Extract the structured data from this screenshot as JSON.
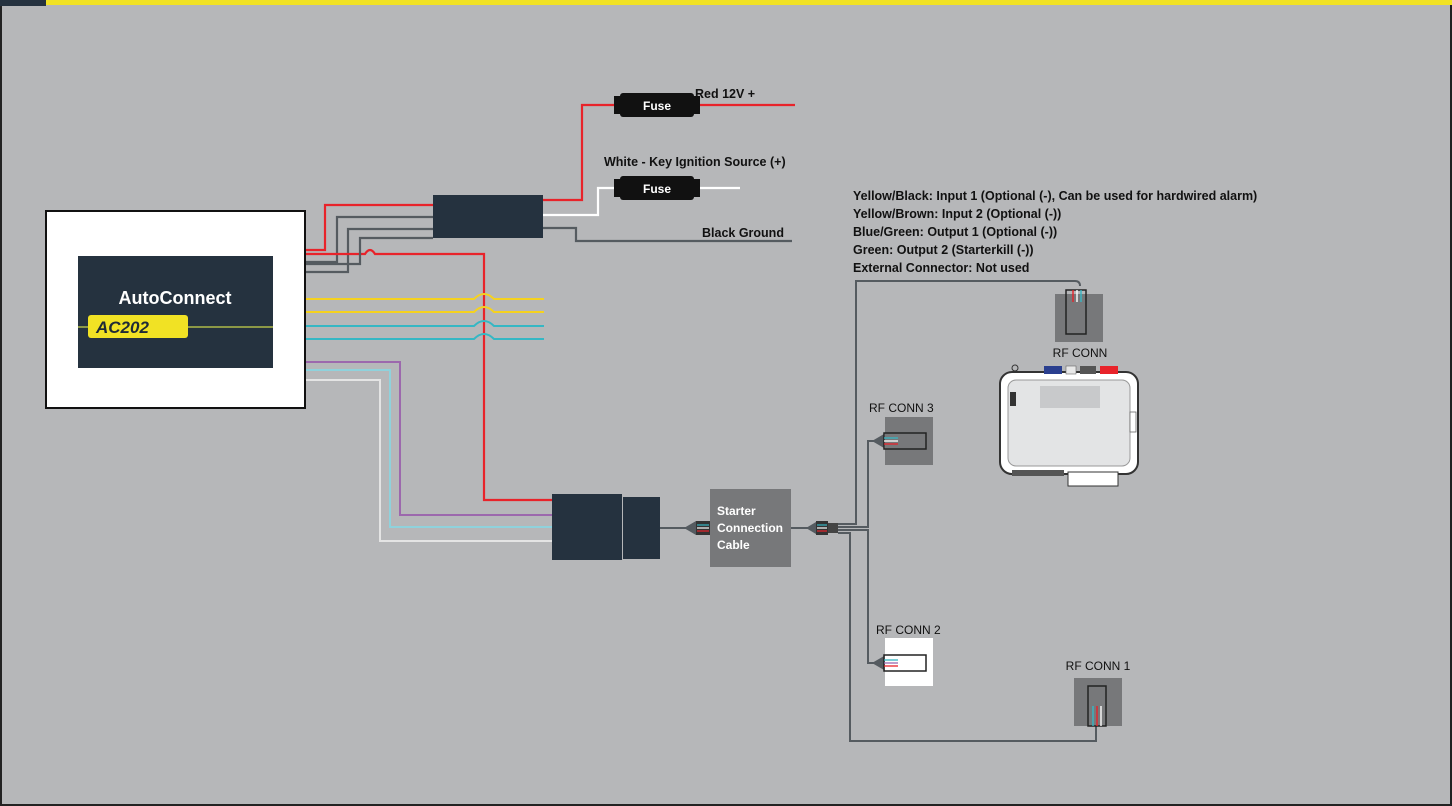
{
  "module": {
    "brand": "AutoConnect",
    "model": "AC202"
  },
  "wires": {
    "red": "Red 12V +",
    "white": "White - Key Ignition Source (+)",
    "ground": "Black Ground",
    "fuse1": "Fuse",
    "fuse2": "Fuse"
  },
  "legend": [
    "Yellow/Black: Input 1 (Optional (-), Can be used for hardwired alarm)",
    "Yellow/Brown: Input 2 (Optional (-))",
    "Blue/Green: Output 1 (Optional (-))",
    "Green: Output 2 (Starterkill (-))",
    "External Connector: Not used"
  ],
  "starter_cable": {
    "line1": "Starter",
    "line2": "Connection",
    "line3": "Cable"
  },
  "connectors": {
    "rf_conn": "RF CONN",
    "rf_conn3": "RF CONN 3",
    "rf_conn2": "RF CONN 2",
    "rf_conn1": "RF CONN 1"
  },
  "colors": {
    "background": "#b6b7b9",
    "header_bar": "#f1e224",
    "module_dark": "#25323f",
    "accent_yellow": "#f1e224",
    "wire_red": "#e8232a",
    "wire_yellow": "#f5d21f",
    "wire_cyan": "#35b7c4",
    "wire_purple": "#9c68ad",
    "wire_gray": "#555b60",
    "wire_white": "#ffffff"
  }
}
